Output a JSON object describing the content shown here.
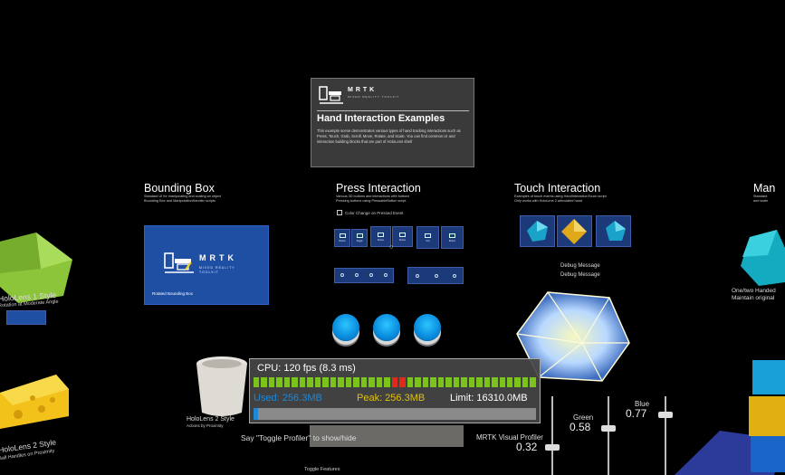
{
  "info_card": {
    "brand": "MRTK",
    "brand_sub": "MIXED REALITY TOOLKIT",
    "title": "Hand Interaction Examples",
    "description": "This example scene demonstrates various types of hand tracking interactions such as Press, Touch, Grab, Scroll, Move, Rotate, and Scale. You can find common UI and interaction building blocks that are part of HoloLens shell"
  },
  "sections": {
    "bounding_box": {
      "title": "Bounding Box",
      "sub1": "Standard UI for manipulating and scaling an object",
      "sub2": "Bounding Box and ManipulationHandler scripts"
    },
    "press": {
      "title": "Press Interaction",
      "sub1": "Various 3D buttons and interactions with buttons",
      "sub2": "Pressing buttons using PressableButton script",
      "checkbox_label": "Color Change on Pressed Event"
    },
    "touch": {
      "title": "Touch Interaction",
      "sub1": "Examples of touch events using HandInteractionTouch script",
      "sub2": "Only works with HoloLens 2 articulated hand"
    },
    "manipulation": {
      "title": "Man",
      "sub1": "Standard",
      "sub2": "and scale"
    }
  },
  "bbox_card": {
    "brand": "MRTK",
    "brand_sub": "MIXED REALITY TOOLKIT",
    "label": "Rotated Bounding Box"
  },
  "press_buttons": {
    "row1": [
      "Button",
      "Toggle",
      "Button",
      "Button",
      "Icon",
      "Button"
    ],
    "row2_icons": [
      "mic-icon",
      "pen-icon",
      "mic-icon",
      "gear-icon"
    ],
    "row2b_icons": [
      "refresh-icon",
      "refresh-icon",
      "gear-icon"
    ]
  },
  "debug": {
    "line1": "Debug Message",
    "line2": "Debug Message"
  },
  "left_labels": {
    "hl1_style": "HoloLens 1 Style",
    "hl1_sub": "Rotation at Moderate Angle",
    "hl2_style": "HoloLens 2 Style",
    "hl2_sub": "Actions by Proximity",
    "hl2_style_b": "HoloLens 2 Style",
    "hl2_sub_b": "Ball Handles on Proximity"
  },
  "right_labels": {
    "line1": "One/two Handed",
    "line2": "Maintain original"
  },
  "profiler": {
    "cpu": "CPU: 120 fps (8.3 ms)",
    "used": "Used: 256.3MB",
    "peak": "Peak: 256.3MB",
    "limit": "Limit: 16310.0MB",
    "used_fraction": 0.016,
    "frame_colors": [
      "#7bc41a",
      "#7bc41a",
      "#7bc41a",
      "#7bc41a",
      "#7bc41a",
      "#7bc41a",
      "#7bc41a",
      "#7bc41a",
      "#7bc41a",
      "#7bc41a",
      "#7bc41a",
      "#7bc41a",
      "#7bc41a",
      "#7bc41a",
      "#7bc41a",
      "#7bc41a",
      "#7bc41a",
      "#7bc41a",
      "#e02a1a",
      "#e02a1a",
      "#7bc41a",
      "#7bc41a",
      "#7bc41a",
      "#7bc41a",
      "#7bc41a",
      "#7bc41a",
      "#7bc41a",
      "#7bc41a",
      "#7bc41a",
      "#7bc41a",
      "#7bc41a",
      "#7bc41a",
      "#7bc41a",
      "#7bc41a",
      "#7bc41a",
      "#7bc41a",
      "#7bc41a"
    ]
  },
  "toggle_hint": "Say \"Toggle Profiler\" to show/hide",
  "toggle_features": "Toggle Features",
  "mrtk_visual": "MRTK Visual Profiler",
  "sliders": {
    "red": {
      "value": "0.32"
    },
    "green": {
      "name": "Green",
      "value": "0.58"
    },
    "blue": {
      "name": "Blue",
      "value": "0.77"
    }
  },
  "colors": {
    "accent_blue": "#1f88d6",
    "button_blue": "#0a8fe0",
    "card_blue": "#1f4fa3"
  }
}
